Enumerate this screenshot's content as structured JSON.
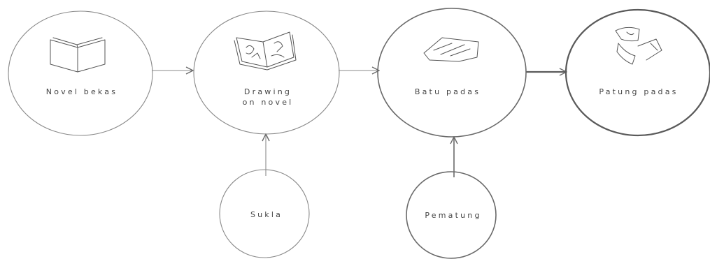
{
  "nodes": {
    "novel_bekas": {
      "label": "Novel bekas",
      "icon": "open-book-icon"
    },
    "drawing_on_novel": {
      "label_line1": "Drawing",
      "label_line2": "on novel",
      "icon": "sketch-book-icon"
    },
    "batu_padas": {
      "label": "Batu padas",
      "icon": "stone-slab-icon"
    },
    "patung_padas": {
      "label": "Patung padas",
      "icon": "sculpture-icon"
    },
    "sukla": {
      "label": "Sukla"
    },
    "pematung": {
      "label": "Pematung"
    }
  },
  "colors": {
    "stroke": "#6a6a6a",
    "text": "#444444",
    "background": "#ffffff"
  }
}
